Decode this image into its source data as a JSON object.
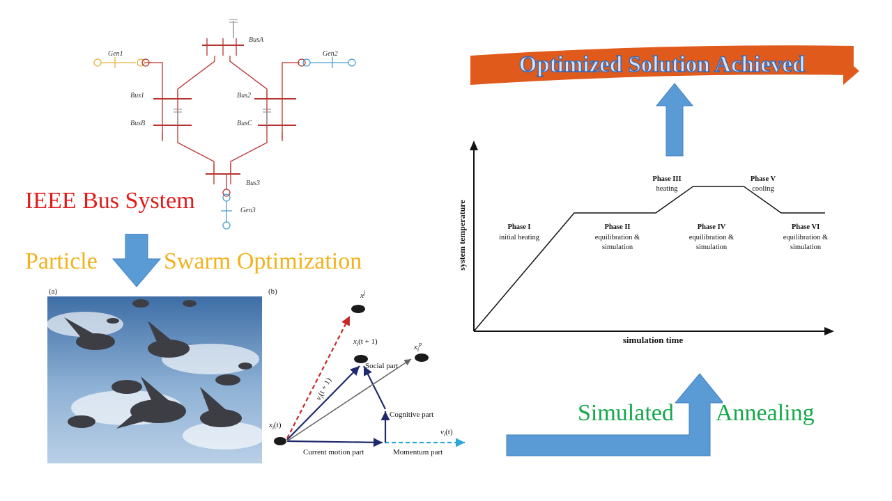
{
  "bus_diagram": {
    "labels": {
      "busA": "BusA",
      "gen1": "Gen1",
      "gen2": "Gen2",
      "bus1": "Bus1",
      "bus2": "Bus2",
      "busB": "BusB",
      "busC": "BusC",
      "bus3": "Bus3",
      "gen3": "Gen3"
    }
  },
  "titles": {
    "ieee": "IEEE Bus System",
    "pso_left": "Particle",
    "pso_right": "Swarm Optimization",
    "sa_left": "Simulated",
    "sa_right": "Annealing",
    "optimized": "Optimized Solution Achieved"
  },
  "pso_figure": {
    "panel_a": "(a)",
    "panel_b": "(b)",
    "labels": {
      "xj": "x",
      "xj_sup": "j",
      "xi_t1": "x",
      "xi_t1_sub": "i",
      "xi_t1_arg": "(t + 1)",
      "social": "Social part",
      "xip": "x",
      "xip_sub": "i",
      "xip_sup": "p",
      "vi_t1": "v",
      "vi_t1_sub": "i",
      "vi_t1_arg": "(t + 1)",
      "cognitive": "Cognitive part",
      "xi_t": "x",
      "xi_t_sub": "i",
      "xi_t_arg": "(t)",
      "vi_t": "v",
      "vi_t_sub": "i",
      "vi_t_arg": "(t)",
      "current": "Current motion part",
      "momentum": "Momentum part"
    },
    "colors": {
      "navy": "#1f2a6b",
      "red": "#c62828",
      "gray": "#666666",
      "cyan": "#2aa7d6"
    }
  },
  "chart_data": {
    "type": "line",
    "xlabel": "simulation time",
    "ylabel": "system temperature",
    "series": [
      {
        "values": [
          [
            0,
            0
          ],
          [
            1.6,
            2.0
          ],
          [
            2.9,
            2.0
          ],
          [
            3.5,
            2.45
          ],
          [
            4.3,
            2.45
          ],
          [
            4.9,
            2.0
          ],
          [
            5.6,
            2.0
          ]
        ]
      }
    ],
    "phases": [
      {
        "name": "Phase I",
        "desc": [
          "initial heating"
        ]
      },
      {
        "name": "Phase II",
        "desc": [
          "equilibration &",
          "simulation"
        ]
      },
      {
        "name": "Phase III",
        "desc": [
          "heating"
        ]
      },
      {
        "name": "Phase IV",
        "desc": [
          "equilibration &",
          "simulation"
        ]
      },
      {
        "name": "Phase V",
        "desc": [
          "cooling"
        ]
      },
      {
        "name": "Phase VI",
        "desc": [
          "equilibration &",
          "simulation"
        ]
      }
    ]
  },
  "colors": {
    "bus_red": "#b8322f",
    "gen1_yellow": "#e3b23c",
    "gen_blue": "#4a9fd0",
    "arrow_blue": "#5b9bd5",
    "orange": "#e05a1b",
    "title_red": "#e01b1b",
    "title_gold": "#f2b21b",
    "title_green": "#15a84a"
  }
}
